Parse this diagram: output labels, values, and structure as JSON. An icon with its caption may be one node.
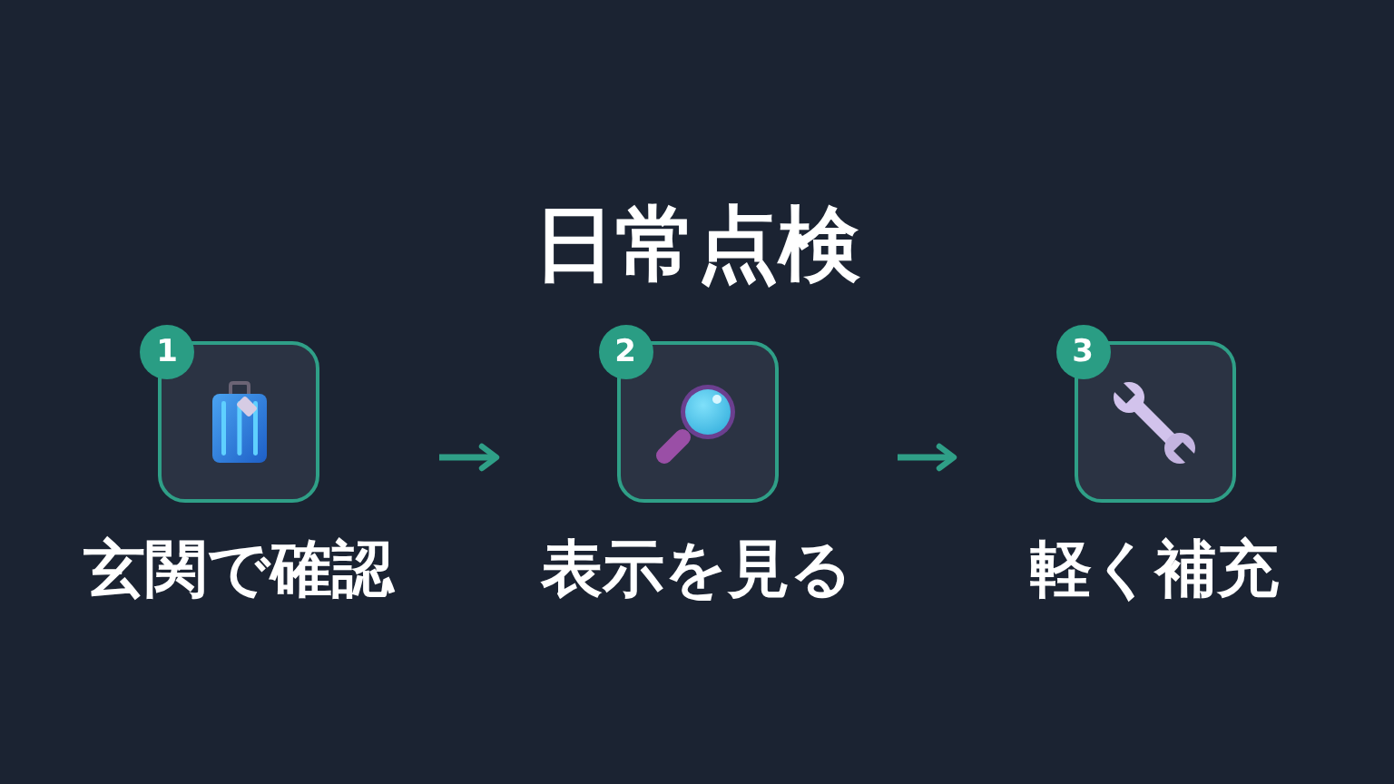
{
  "diagram": {
    "title": "日常点検",
    "nodes": [
      {
        "text": [
          "1",
          "玄関で確認"
        ]
      },
      {
        "text": [
          "2",
          "表示を見る"
        ]
      },
      {
        "text": [
          "3",
          "軽く補充"
        ]
      }
    ],
    "edges": [
      {
        "from": 0,
        "to": 1,
        "arrow": "to"
      },
      {
        "from": 1,
        "to": 2,
        "arrow": "to"
      }
    ]
  }
}
